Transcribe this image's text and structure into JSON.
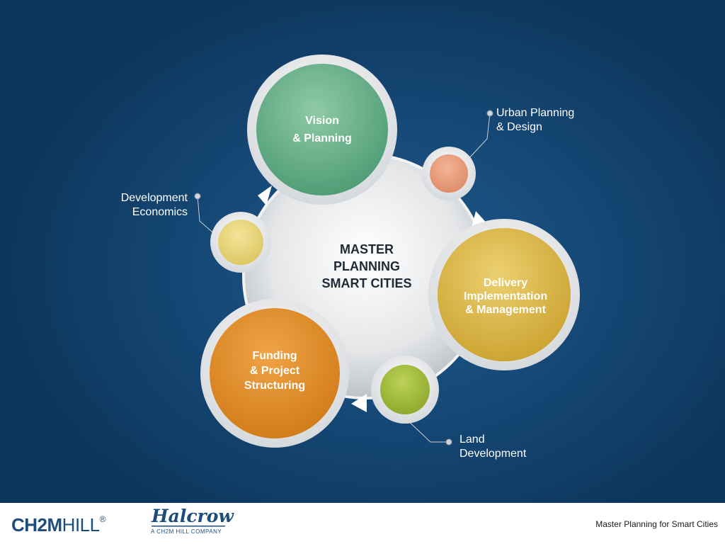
{
  "diagram": {
    "center": {
      "lines": [
        "MASTER",
        "PLANNING",
        "SMART CITIES"
      ]
    },
    "main_nodes": [
      {
        "id": "vision",
        "lines": [
          "Vision",
          "& Planning"
        ],
        "color": "#5aa680"
      },
      {
        "id": "delivery",
        "lines": [
          "Delivery",
          "Implementation",
          "& Management"
        ],
        "color": "#d6b23c"
      },
      {
        "id": "funding",
        "lines": [
          "Funding",
          "& Project",
          "Structuring"
        ],
        "color": "#de8a22"
      }
    ],
    "small_nodes": [
      {
        "id": "urban",
        "lines": [
          "Urban Planning",
          "& Design"
        ],
        "color": "#e89a7a"
      },
      {
        "id": "land",
        "lines": [
          "Land",
          "Development"
        ],
        "color": "#9bb334"
      },
      {
        "id": "economics",
        "lines": [
          "Development",
          "Economics"
        ],
        "color": "#e6d47a"
      }
    ]
  },
  "footer": {
    "brand_primary": "CH2MHILL",
    "brand_primary_bold": "CH2M",
    "brand_primary_light": "HILL",
    "registered_mark": "®",
    "brand_secondary": "Halcrow",
    "brand_tagline": "A CH2M HILL COMPANY",
    "slide_title": "Master Planning for Smart Cities"
  }
}
